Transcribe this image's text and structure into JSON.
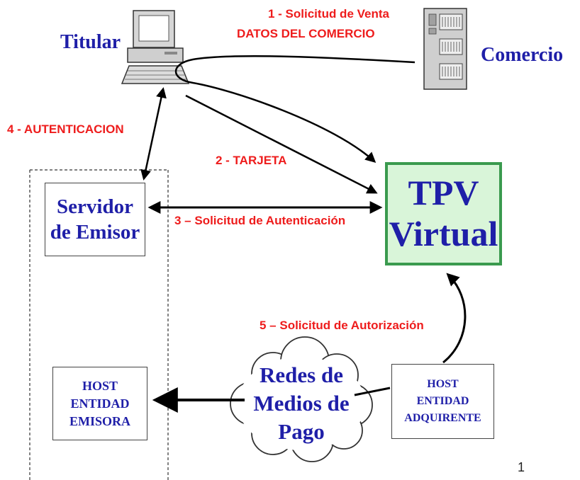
{
  "nodes": {
    "titular": "Titular",
    "comercio": "Comercio",
    "tpv": {
      "line1": "TPV",
      "line2": "Virtual"
    },
    "servidor": {
      "line1": "Servidor",
      "line2": "de Emisor"
    },
    "host_emisora": {
      "line1": "HOST",
      "line2": "ENTIDAD",
      "line3": "EMISORA"
    },
    "host_adquirente": {
      "line1": "HOST",
      "line2": "ENTIDAD",
      "line3": "ADQUIRENTE"
    },
    "redes": {
      "line1": "Redes de",
      "line2": "Medios de",
      "line3": "Pago"
    }
  },
  "steps": {
    "step1_line1": "1 - Solicitud de Venta",
    "step1_line2": "DATOS DEL COMERCIO",
    "step2": "2 - TARJETA",
    "step3": "3 – Solicitud de Autenticación",
    "step4": "4 - AUTENTICACION",
    "step5": "5 – Solicitud de Autorización"
  },
  "page_number": "1",
  "colors": {
    "step_label": "#ee1c1c",
    "node_label": "#1f1fa8",
    "tpv_fill": "#d9f5d9",
    "tpv_border": "#3a9a4e",
    "arrow": "#000000"
  }
}
